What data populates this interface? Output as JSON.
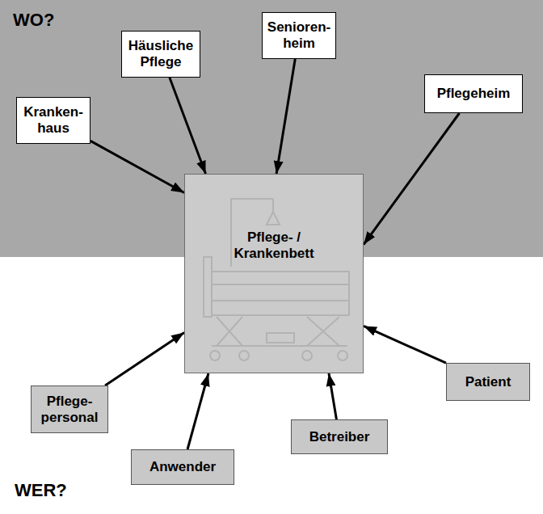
{
  "diagram": {
    "nodes": [
      {
        "text": [
          "Senioren- heim"
        ]
      },
      {
        "text": [
          "Häusliche Pflege"
        ]
      },
      {
        "text": [
          "Pflegeheim"
        ]
      },
      {
        "text": [
          "Kranken- haus"
        ]
      },
      {
        "text": [
          "Pflege- / Krankenbett"
        ]
      },
      {
        "text": [
          "Patient"
        ]
      },
      {
        "text": [
          "Pflege- personal"
        ]
      },
      {
        "text": [
          "Betreiber"
        ]
      },
      {
        "text": [
          "Anwender"
        ]
      }
    ],
    "edges": [
      {
        "from": 0,
        "to": 4,
        "arrow": "to"
      },
      {
        "from": 1,
        "to": 4,
        "arrow": "to"
      },
      {
        "from": 2,
        "to": 4,
        "arrow": "to"
      },
      {
        "from": 3,
        "to": 4,
        "arrow": "to"
      },
      {
        "from": 5,
        "to": 4,
        "arrow": "to"
      },
      {
        "from": 6,
        "to": 4,
        "arrow": "to"
      },
      {
        "from": 7,
        "to": 4,
        "arrow": "to"
      },
      {
        "from": 8,
        "to": 4,
        "arrow": "to"
      }
    ],
    "labels": [
      "WO?",
      "WER?"
    ]
  }
}
